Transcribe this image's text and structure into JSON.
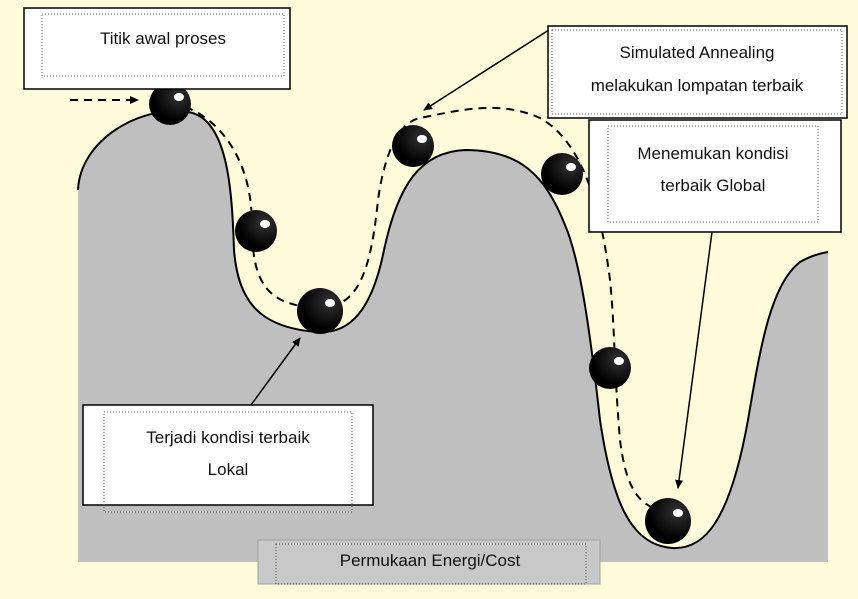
{
  "labels": {
    "start": "Titik awal proses",
    "annealing_line1": "Simulated Annealing",
    "annealing_line2": "melakukan lompatan terbaik",
    "global_line1": "Menemukan kondisi",
    "global_line2": "terbaik Global",
    "local_line1": "Terjadi kondisi terbaik",
    "local_line2": "Lokal",
    "surface": "Permukaan Energi/Cost"
  },
  "colors": {
    "background": "#fdfbda",
    "surface_fill": "#bfbfbf",
    "outline": "#000000",
    "ball": "#000000",
    "label_box": "#ffffff"
  }
}
